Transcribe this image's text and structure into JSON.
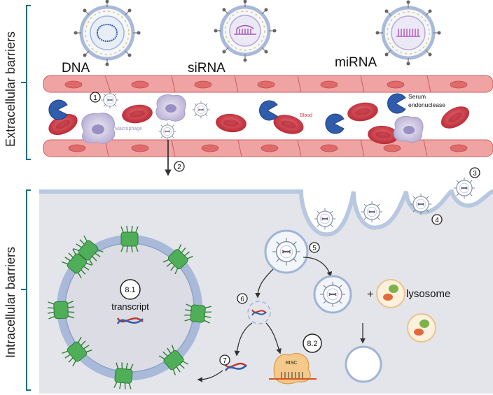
{
  "sections": {
    "extracellular_label": "Extracellular barriers",
    "intracellular_label": "Intracellular barriers"
  },
  "vectors": {
    "dna": "DNA",
    "sirna": "siRNA",
    "mirna": "miRNA"
  },
  "blood_vessel": {
    "macrophage": "Macrophage",
    "blood": "Blood",
    "serum_line1": "Serum",
    "serum_line2": "endonuclease"
  },
  "steps": {
    "s1": "1",
    "s2": "2",
    "s3": "3",
    "s4": "4",
    "s5": "5",
    "s6": "6",
    "s7": "7",
    "s81": "8.1",
    "s82": "8.2"
  },
  "nucleus": {
    "transcript": "transcript"
  },
  "lysosome": {
    "plus": "+",
    "label": "lysosome"
  },
  "risc": "RISC",
  "colors": {
    "vessel_wall": "#f0a3a3",
    "vessel_cell": "#e06a6a",
    "rbc": "#c93a45",
    "nuclease": "#2f5dab",
    "cell_interior": "#e3e5ea",
    "membrane": "#b8c8e0",
    "nuclear_pore": "#3f9b4a",
    "bracket": "#1f6f7f"
  }
}
